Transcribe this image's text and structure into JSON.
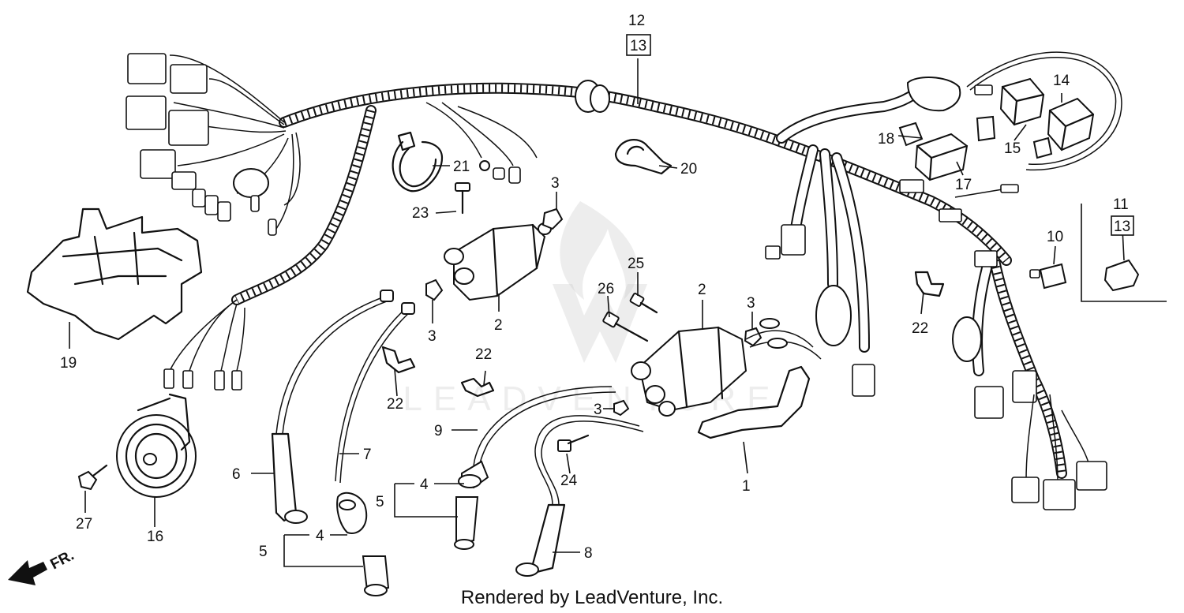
{
  "credit": "Rendered by LeadVenture, Inc.",
  "watermark": "LEADVENTURE",
  "direction_label": "FR.",
  "callouts": [
    {
      "id": "c1",
      "label": "1"
    },
    {
      "id": "c2a",
      "label": "2"
    },
    {
      "id": "c2b",
      "label": "2"
    },
    {
      "id": "c3a",
      "label": "3"
    },
    {
      "id": "c3b",
      "label": "3"
    },
    {
      "id": "c3c",
      "label": "3"
    },
    {
      "id": "c3d",
      "label": "3"
    },
    {
      "id": "c4a",
      "label": "4"
    },
    {
      "id": "c4b",
      "label": "4"
    },
    {
      "id": "c5a",
      "label": "5"
    },
    {
      "id": "c5b",
      "label": "5"
    },
    {
      "id": "c6",
      "label": "6"
    },
    {
      "id": "c7",
      "label": "7"
    },
    {
      "id": "c8",
      "label": "8"
    },
    {
      "id": "c9",
      "label": "9"
    },
    {
      "id": "c10",
      "label": "10"
    },
    {
      "id": "c11",
      "label": "11"
    },
    {
      "id": "c11box",
      "label": "13"
    },
    {
      "id": "c12",
      "label": "12"
    },
    {
      "id": "c12box",
      "label": "13"
    },
    {
      "id": "c14",
      "label": "14"
    },
    {
      "id": "c15",
      "label": "15"
    },
    {
      "id": "c16",
      "label": "16"
    },
    {
      "id": "c17",
      "label": "17"
    },
    {
      "id": "c18",
      "label": "18"
    },
    {
      "id": "c19",
      "label": "19"
    },
    {
      "id": "c20",
      "label": "20"
    },
    {
      "id": "c21",
      "label": "21"
    },
    {
      "id": "c22a",
      "label": "22"
    },
    {
      "id": "c22b",
      "label": "22"
    },
    {
      "id": "c22c",
      "label": "22"
    },
    {
      "id": "c23",
      "label": "23"
    },
    {
      "id": "c24",
      "label": "24"
    },
    {
      "id": "c25",
      "label": "25"
    },
    {
      "id": "c26",
      "label": "26"
    },
    {
      "id": "c27",
      "label": "27"
    }
  ]
}
